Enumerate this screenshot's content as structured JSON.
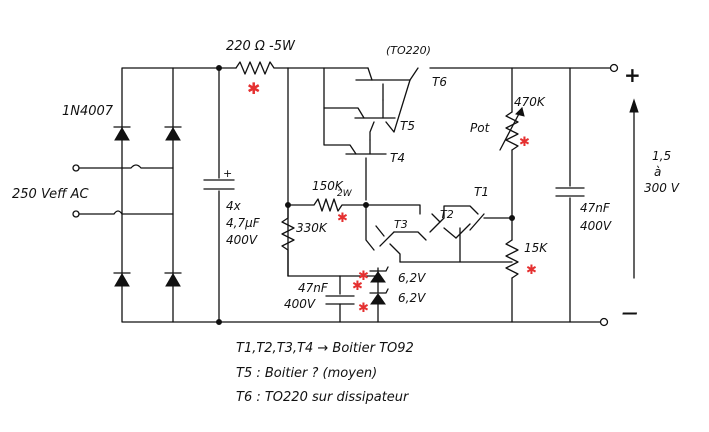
{
  "labels": {
    "diode": "1N4007",
    "input": "250 Veff AC",
    "resistor_top": "220 Ω -5W",
    "package_top": "(TO220)",
    "t6": "T6",
    "t5": "T5",
    "t4": "T4",
    "t1": "T1",
    "t2": "T2",
    "t3": "T3",
    "cap_bank_1": "4x",
    "cap_bank_2": "4,7µF",
    "cap_bank_3": "400V",
    "r150k": "150K",
    "r150k_w": "2W",
    "r330k": "330K",
    "pot": "Pot",
    "r470k": "470K",
    "r15k": "15K",
    "cap_out_1": "47nF",
    "cap_out_2": "400V",
    "cap_mid_1": "47nF",
    "cap_mid_2": "400V",
    "zener1": "6,2V",
    "zener2": "6,2V",
    "out_range_1": "1,5",
    "out_range_2": "à",
    "out_range_3": "300 V",
    "plus": "+",
    "minus": "—",
    "cap_polarity": "+"
  },
  "notes": {
    "line1": "T1,T2,T3,T4 → Boitier TO92",
    "line2": "T5 : Boitier ? (moyen)",
    "line3": "T6 : TO220 sur dissipateur"
  },
  "marks": {
    "asterisk": "✱"
  }
}
